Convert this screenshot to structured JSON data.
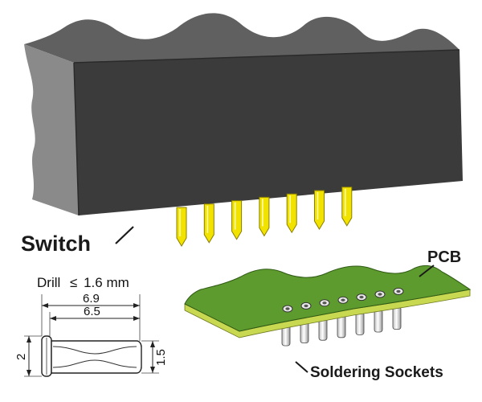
{
  "labels": {
    "switch": "Switch",
    "pcb": "PCB",
    "soldering_sockets": "Soldering Sockets"
  },
  "drawing": {
    "drill_prefix": "Drill",
    "drill_symbol": "≤",
    "drill_value": "1.6 mm",
    "length_outer": "6.9",
    "length_inner": "6.5",
    "diameter_head": "2",
    "diameter_body": "1.5"
  },
  "colors": {
    "switch_front": "#3b3b3b",
    "switch_side": "#8a8a8a",
    "switch_top": "#606060",
    "pin_fill": "#f2e200",
    "pin_stroke": "#8a7e00",
    "pcb_top": "#5e9b2e",
    "pcb_edge": "#c8d850",
    "socket_fill": "#ffffff",
    "socket_stroke": "#444444"
  },
  "counts": {
    "switch_pins": 7,
    "pcb_sockets": 7
  }
}
